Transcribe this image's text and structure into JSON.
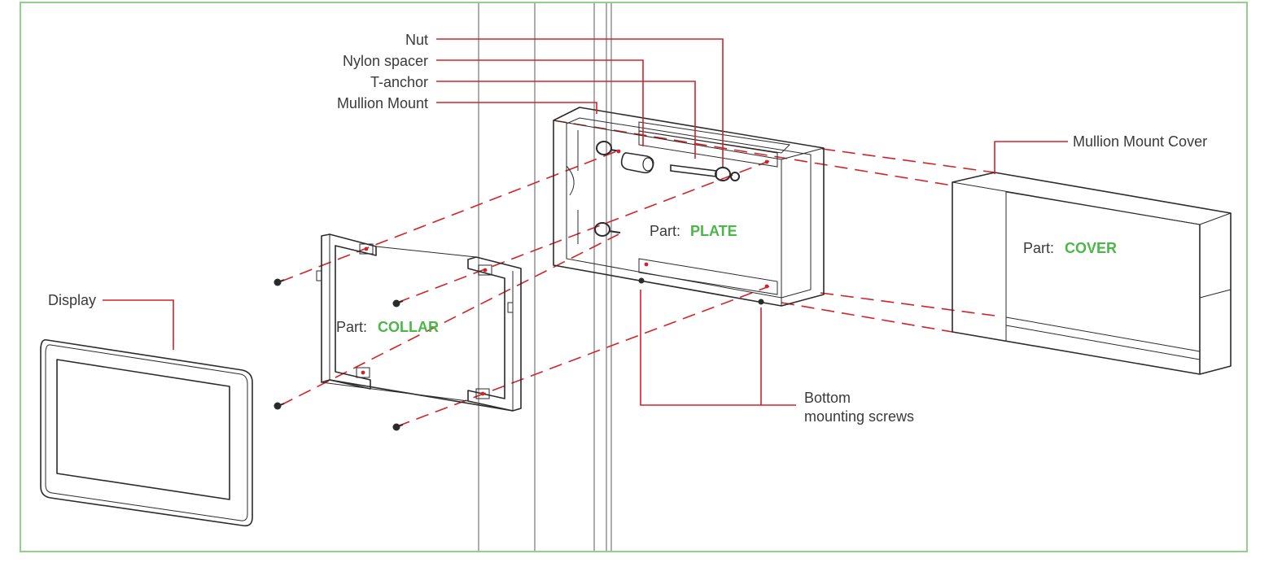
{
  "colors": {
    "frame": "#8fd08a",
    "leader": "#d2232a",
    "part_name": "#4cb648",
    "ink": "#2b2b2b"
  },
  "labels": {
    "nut": "Nut",
    "nylon_spacer": "Nylon spacer",
    "t_anchor": "T-anchor",
    "mullion_mount": "Mullion Mount",
    "mullion_mount_cover": "Mullion Mount Cover",
    "display": "Display",
    "bottom_screws_line1": "Bottom",
    "bottom_screws_line2": "mounting screws"
  },
  "parts": {
    "prefix": "Part:",
    "collar": "COLLAR",
    "plate": "PLATE",
    "cover": "COVER"
  },
  "icons": [
    "screw-icon",
    "nut-icon",
    "nylon-spacer-icon",
    "t-anchor-icon"
  ]
}
